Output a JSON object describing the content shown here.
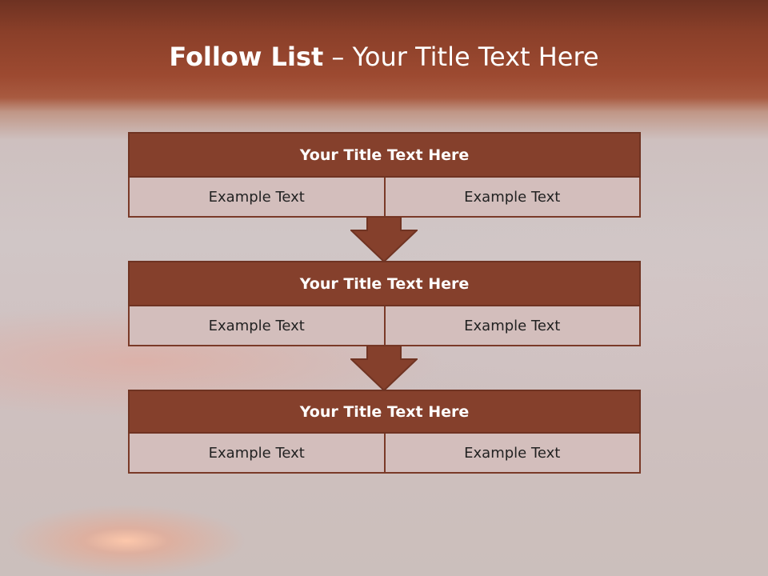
{
  "title": {
    "bold_part": "Follow List",
    "normal_part": " – Your Title Text Here"
  },
  "blocks": [
    {
      "title": "Your Title Text Here",
      "left": "Example Text",
      "right": "Example Text"
    },
    {
      "title": "Your Title Text Here",
      "left": "Example Text",
      "right": "Example Text"
    },
    {
      "title": "Your Title Text Here",
      "left": "Example Text",
      "right": "Example Text"
    }
  ],
  "colors": {
    "header_fill": "#85402c",
    "cell_fill": "#d3bebc",
    "border": "#7a3a28"
  }
}
